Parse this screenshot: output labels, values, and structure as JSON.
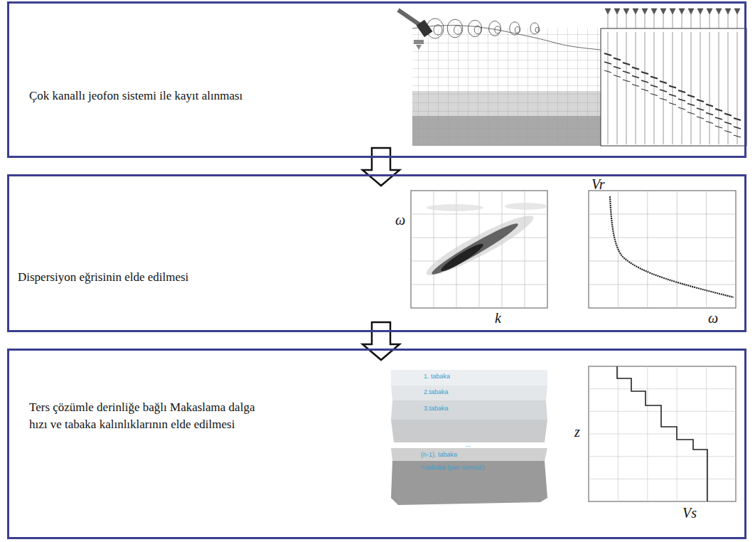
{
  "diagram": {
    "nodes": [
      {
        "text": [
          "Çok kanallı jeofon sistemi ile kayıt alınması"
        ]
      },
      {
        "text": [
          "Dispersiyon eğrisinin elde edilmesi"
        ]
      },
      {
        "text": [
          "Ters çözümle derinliğe bağlı Makaslama dalga hızı ve tabaka kalınlıklarının elde edilmesi"
        ]
      }
    ],
    "edges": [
      {
        "from": 0,
        "to": 1,
        "arrow": "to"
      },
      {
        "from": 1,
        "to": 2,
        "arrow": "to"
      }
    ],
    "labels": [
      "ω",
      "k",
      "Vr",
      "ω",
      "1. tabaka",
      "2.tabaka",
      "3.tabaka",
      "...",
      "(n-1). tabaka",
      "n.tabaka (yarı sonsuz)",
      "z",
      "Vs"
    ]
  }
}
